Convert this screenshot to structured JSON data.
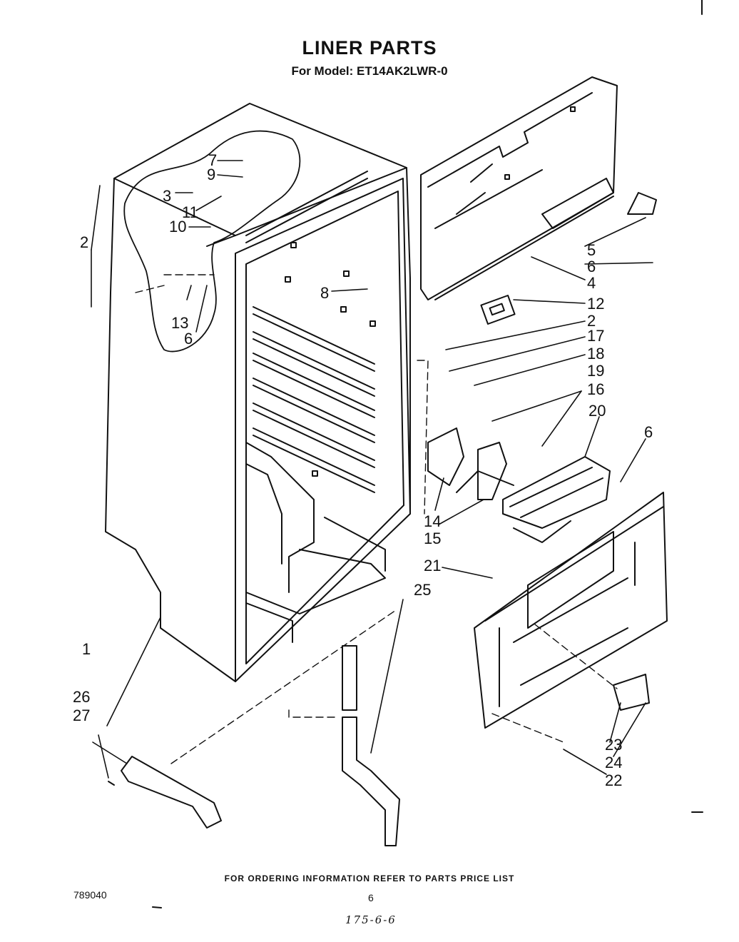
{
  "header": {
    "title": "LINER PARTS",
    "subtitle": "For Model: ET14AK2LWR-0"
  },
  "footer": {
    "ordering_note": "FOR ORDERING INFORMATION REFER TO PARTS PRICE LIST",
    "document_number": "789040",
    "page_number": "6",
    "handwritten_note": "175-6-6"
  },
  "callouts": [
    "1",
    "2",
    "3",
    "6",
    "7",
    "9",
    "11",
    "10",
    "13",
    "8",
    "2",
    "4",
    "5",
    "6",
    "12",
    "17",
    "18",
    "19",
    "16",
    "20",
    "6",
    "14",
    "15",
    "21",
    "25",
    "26",
    "27",
    "23",
    "24",
    "22"
  ]
}
